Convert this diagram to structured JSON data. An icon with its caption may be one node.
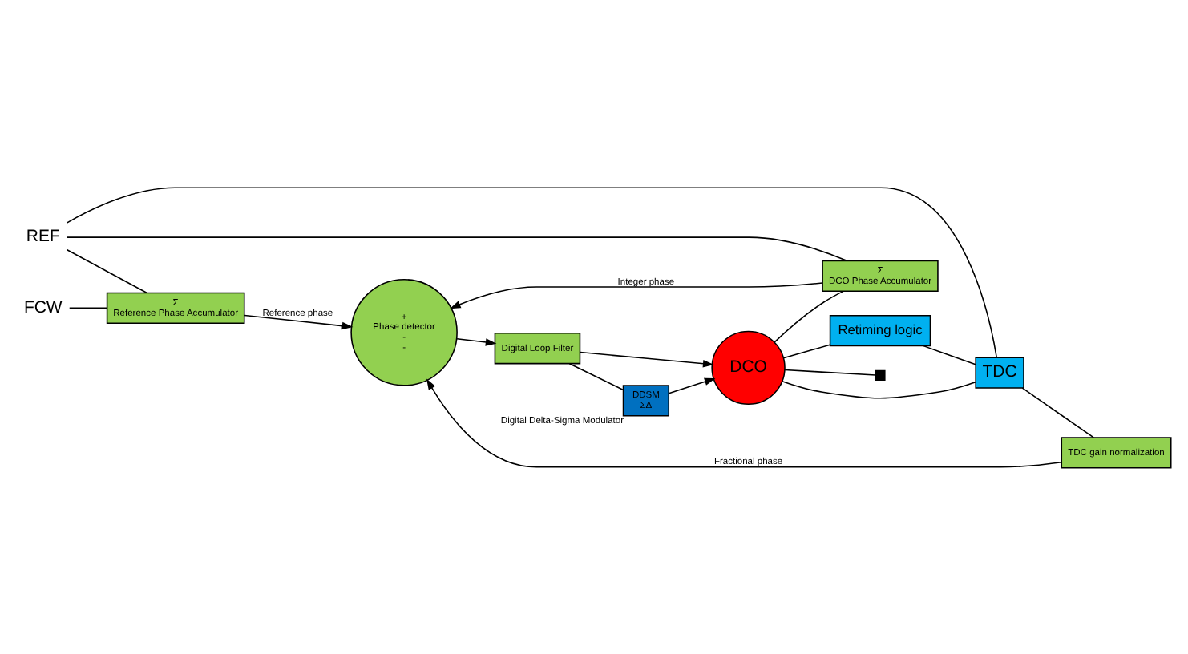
{
  "diagram": {
    "nodes": [
      {
        "text": [
          "FCW"
        ]
      },
      {
        "text": [
          "REF"
        ]
      },
      {
        "text": [
          "Σ",
          "Reference Phase Accumulator"
        ]
      },
      {
        "text": [
          "Σ",
          "DCO Phase Accumulator"
        ]
      },
      {
        "text": [
          "+",
          "Phase detector",
          "-",
          "-"
        ]
      },
      {
        "text": [
          "TDC"
        ]
      },
      {
        "text": [
          "TDC gain normalization"
        ]
      },
      {
        "text": [
          "Retiming logic"
        ]
      },
      {
        "text": [
          "Digital Loop Filter"
        ]
      },
      {
        "text": [
          "DCO"
        ]
      },
      {
        "text": [
          "DDSM",
          "ΣΔ"
        ],
        "beside": [
          "Digital Delta-Sigma Modulator"
        ]
      },
      {
        "text": [],
        "shape": "box"
      }
    ],
    "edges": [
      {
        "from": 0,
        "to": 2,
        "arrow": "none"
      },
      {
        "from": 1,
        "to": 2,
        "arrow": "none"
      },
      {
        "from": 1,
        "to": 3,
        "arrow": "none"
      },
      {
        "from": 1,
        "to": 5,
        "arrow": "none"
      },
      {
        "from": 2,
        "to": 4,
        "arrow": "to",
        "label": "Reference phase"
      },
      {
        "from": 3,
        "to": 4,
        "arrow": "to",
        "label": "Integer phase"
      },
      {
        "from": 5,
        "to": 6,
        "arrow": "none"
      },
      {
        "from": 6,
        "to": 4,
        "arrow": "to",
        "label": "Fractional phase"
      },
      {
        "from": 4,
        "to": 8,
        "arrow": "to"
      },
      {
        "from": 8,
        "to": 9,
        "arrow": "to"
      },
      {
        "from": 8,
        "to": 10,
        "arrow": "none"
      },
      {
        "from": 10,
        "to": 9,
        "arrow": "to"
      },
      {
        "from": 9,
        "to": 11,
        "arrow": "none"
      },
      {
        "from": 9,
        "to": 3,
        "arrow": "none"
      },
      {
        "from": 9,
        "to": 5,
        "arrow": "none"
      },
      {
        "from": 9,
        "to": 7,
        "arrow": "none"
      },
      {
        "from": 7,
        "to": 5,
        "arrow": "none"
      }
    ]
  }
}
